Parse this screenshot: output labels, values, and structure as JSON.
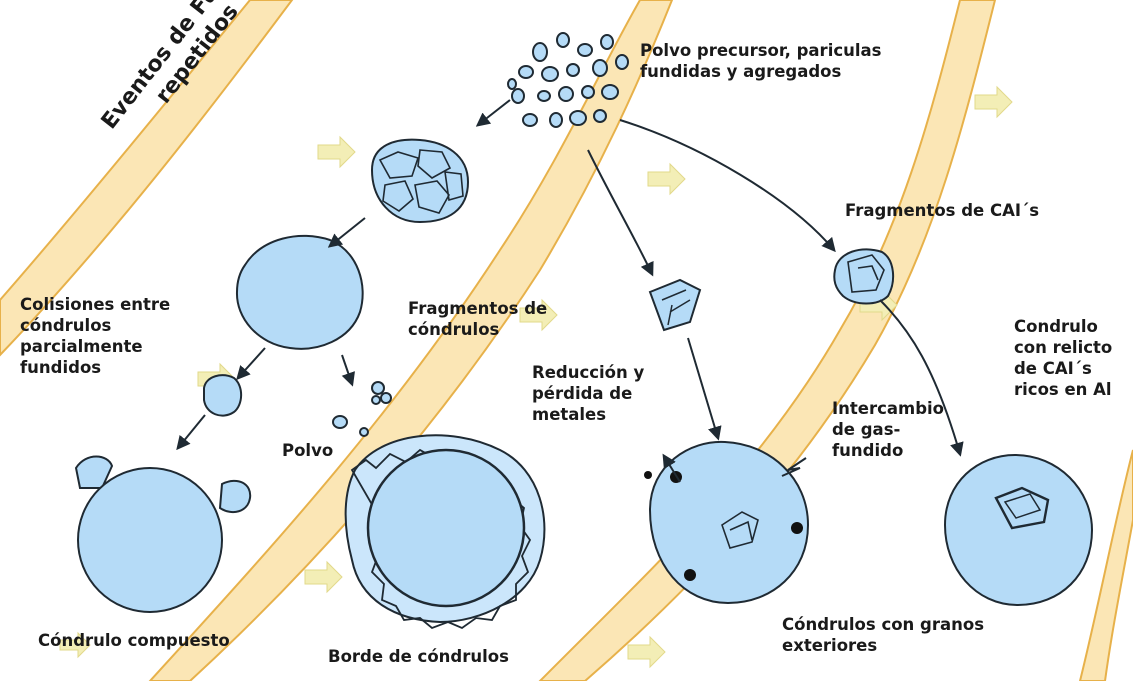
{
  "title": {
    "line1": "Eventos de Fusion",
    "line2": "repetidos"
  },
  "labels": {
    "precursor": [
      "Polvo precursor, pariculas",
      "fundidas y agregados"
    ],
    "cai_fragments": [
      "Fragmentos de CAI´s"
    ],
    "collisions": [
      "Colisiones entre",
      "cóndrulos",
      "parcialmente",
      "fundidos"
    ],
    "chondrule_fragments": [
      "Fragmentos de",
      "cóndrulos"
    ],
    "reduction": [
      "Reducción y",
      "pérdida de",
      "metales"
    ],
    "gas_exchange": [
      "Intercambio",
      "de gas-",
      "fundido"
    ],
    "relict": [
      "Condrulo",
      "con relicto",
      "de CAI´s",
      "ricos en Al"
    ],
    "dust": [
      "Polvo"
    ],
    "compound": [
      "Cóndrulo compuesto"
    ],
    "rim": [
      "Borde de cóndrulos"
    ],
    "exterior_grains": [
      "Cóndrulos con granos",
      "exteriores"
    ]
  },
  "colors": {
    "chondrule_fill": "#b5dbf7",
    "outline": "#1f2a33",
    "band_fill": "#fbe6b5",
    "band_edge": "#e7b14a",
    "flow_arrow": "#f3eeb6",
    "metal_dot": "#111111"
  }
}
